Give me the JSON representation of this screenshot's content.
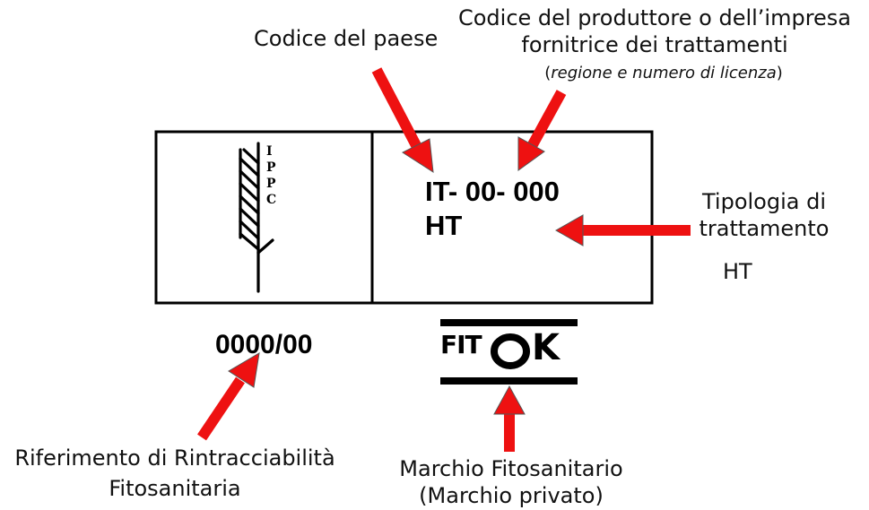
{
  "labels": {
    "country_code": "Codice del paese",
    "producer_code_line1": "Codice del produttore o dell’impresa",
    "producer_code_line2": "fornitrice dei trattamenti",
    "producer_code_note_open": "(",
    "producer_code_note": "regione e numero di licenza",
    "producer_code_note_close": ")",
    "treatment_type_line1": "Tipologia di",
    "treatment_type_line2": "trattamento",
    "treatment_type_value": "HT",
    "traceability_line1": "Riferimento di Rintracciabilità",
    "traceability_line2": "Fitosanitaria",
    "phyto_mark_line1": "Marchio Fitosanitario",
    "phyto_mark_line2": "(Marchio privato)"
  },
  "mark": {
    "ippc_letters": [
      "I",
      "P",
      "P",
      "C"
    ],
    "code_line": "IT- 00- 000",
    "treatment_line": "HT"
  },
  "traceability_code": "0000/00",
  "fitok": {
    "prefix": "FIT",
    "suffix": "OK"
  },
  "colors": {
    "arrow": "#ee1111",
    "arrow_stroke": "#444444",
    "border": "#000000"
  }
}
